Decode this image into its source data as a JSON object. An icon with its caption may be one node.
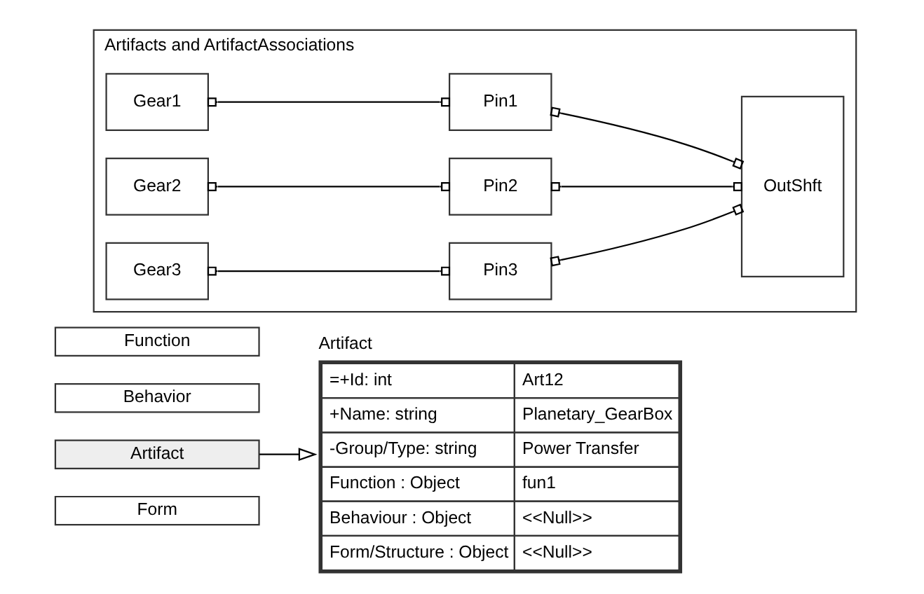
{
  "diagram": {
    "nodes": [
      {
        "text": [
          "Function"
        ]
      },
      {
        "text": [
          "Behavior"
        ]
      },
      {
        "text": [
          "Artifact"
        ]
      },
      {
        "text": [
          "Form"
        ]
      },
      {
        "text": [
          "Artifact",
          "=+Id: int",
          "Art12",
          "+Name: string",
          "Planetary_GearBox",
          "-Group/Type: string",
          "Power Transfer",
          "Function : Object",
          "fun1",
          "Behaviour : Object",
          "<<Null>>",
          "Form/Structure : Object",
          "<<Null>>"
        ]
      },
      {
        "text": [
          "Artifacts and ArtifactAssociations"
        ]
      },
      {
        "text": [
          "Gear1"
        ],
        "in": 5
      },
      {
        "text": [
          "Pin1"
        ],
        "in": 5
      },
      {
        "text": [
          "Gear2"
        ],
        "in": 5
      },
      {
        "text": [
          "Pin2"
        ],
        "in": 5
      },
      {
        "text": [
          "Gear3"
        ],
        "in": 5
      },
      {
        "text": [
          "Pin3"
        ],
        "in": 5
      },
      {
        "text": [
          "OutShft"
        ],
        "in": 5
      }
    ],
    "edges": [
      {
        "from": 2,
        "to": 4,
        "arrow": "to"
      },
      {
        "from": 6,
        "to": 7,
        "arrow": "other"
      },
      {
        "from": 8,
        "to": 9,
        "arrow": "other"
      },
      {
        "from": 10,
        "to": 11,
        "arrow": "other"
      },
      {
        "from": 7,
        "to": 12,
        "arrow": "other"
      },
      {
        "from": 9,
        "to": 12,
        "arrow": "other"
      },
      {
        "from": 11,
        "to": 12,
        "arrow": "other"
      }
    ]
  }
}
